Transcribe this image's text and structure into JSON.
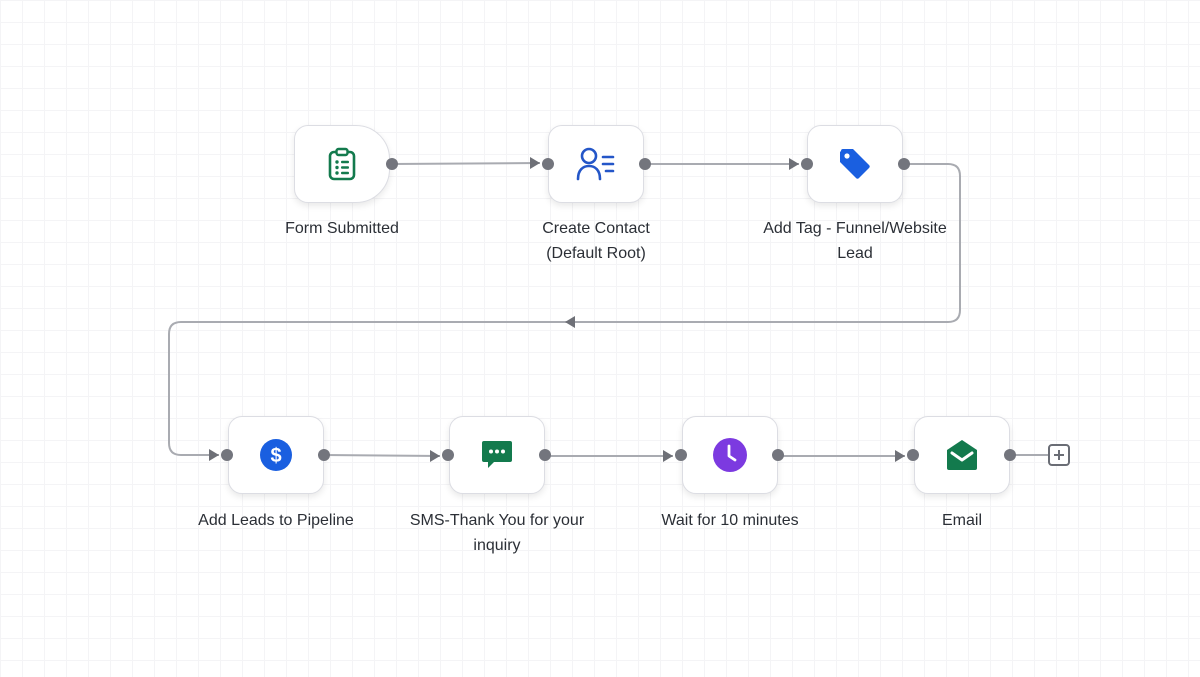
{
  "workflow": {
    "nodes": [
      {
        "id": "form-submitted",
        "type": "trigger",
        "label": "Form Submitted",
        "icon": "clipboard-icon",
        "icon_color": "#137a4d"
      },
      {
        "id": "create-contact",
        "type": "action",
        "label": "Create Contact\n(Default Root)",
        "icon": "contact-icon",
        "icon_color": "#2456c8"
      },
      {
        "id": "add-tag",
        "type": "action",
        "label": "Add Tag - Funnel/Website\nLead",
        "icon": "tag-icon",
        "icon_color": "#1a5fe0"
      },
      {
        "id": "add-leads-pipeline",
        "type": "action",
        "label": "Add Leads to Pipeline",
        "icon": "dollar-icon",
        "icon_color": "#1a5fe0"
      },
      {
        "id": "sms-thank-you",
        "type": "action",
        "label": "SMS-Thank You for your\ninquiry",
        "icon": "chat-icon",
        "icon_color": "#137a4d"
      },
      {
        "id": "wait-10-min",
        "type": "action",
        "label": "Wait for 10 minutes",
        "icon": "clock-icon",
        "icon_color": "#7c3ae0"
      },
      {
        "id": "email",
        "type": "action",
        "label": "Email",
        "icon": "envelope-icon",
        "icon_color": "#137a4d"
      }
    ],
    "add_step_icon": "plus-square-icon"
  },
  "colors": {
    "connector": "#a9abb1",
    "port": "#73757d",
    "arrow": "#6e7077"
  }
}
